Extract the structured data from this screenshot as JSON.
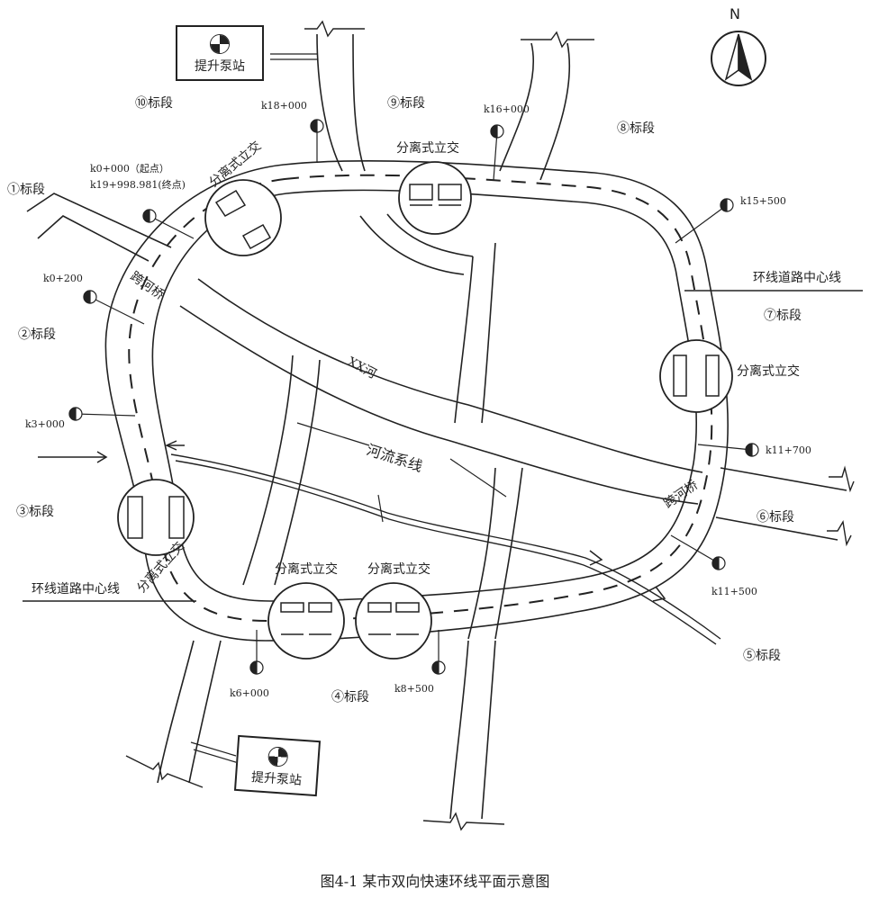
{
  "north": "N",
  "pump_station": "提升泵站",
  "river_name": "XX河",
  "river_system_line": "河流系线",
  "ring_centerline": "环线道路中心线",
  "interchange": "分离式立交",
  "bridge": "跨河桥",
  "sections": {
    "s1": "①标段",
    "s2": "②标段",
    "s3": "③标段",
    "s4": "④标段",
    "s5": "⑤标段",
    "s6": "⑥标段",
    "s7": "⑦标段",
    "s8": "⑧标段",
    "s9": "⑨标段",
    "s10": "⑩标段"
  },
  "stations": {
    "start": "k0+000（起点）",
    "end": "k19+998.981(终点)",
    "k0_200": "k0+200",
    "k3": "k3+000",
    "k6": "k6+000",
    "k8_500": "k8+500",
    "k11_500": "k11+500",
    "k11_700": "k11+700",
    "k15_500": "k15+500",
    "k16": "k16+000",
    "k18": "k18+000"
  },
  "caption": "图4-1 某市双向快速环线平面示意图"
}
